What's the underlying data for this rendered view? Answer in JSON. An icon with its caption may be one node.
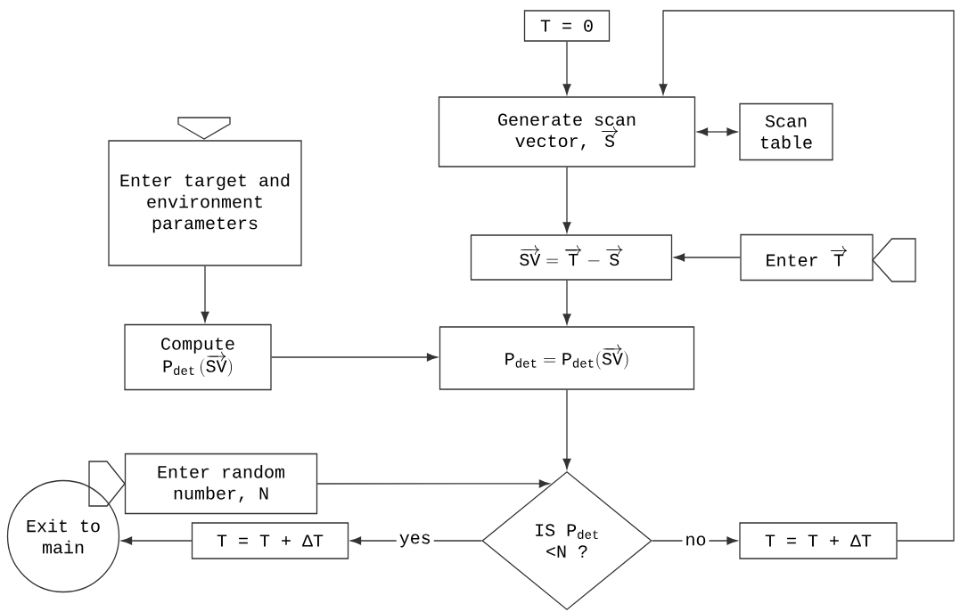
{
  "diagram": {
    "nodes": [
      {
        "text": [
          "T = 0"
        ]
      },
      {
        "text": [],
        "shape": "pentagon"
      },
      {
        "text": [
          "Generate scan vector,",
          "\\overrightarrow{\\mathrm{S}}"
        ]
      },
      {
        "text": [
          "Scan table"
        ]
      },
      {
        "text": [
          "Enter target and environment parameters"
        ]
      },
      {
        "text": [
          "\\overrightarrow{\\mathrm{SV}} = \\overrightarrow{\\mathrm{T}} - \\overrightarrow{\\mathrm{S}}"
        ]
      },
      {
        "text": [
          "Enter",
          "\\overrightarrow{\\mathrm{T}}"
        ]
      },
      {
        "text": [],
        "shape": "pentagon"
      },
      {
        "text": [
          "Compute",
          "\\mathrm{P}_{\\mathrm{det}}\\,(\\overrightarrow{\\mathrm{SV}})"
        ]
      },
      {
        "text": [
          "\\mathrm{P}_{\\mathrm{det}} = \\mathrm{P}_{\\mathrm{det}}(\\overrightarrow{\\mathrm{SV}})"
        ]
      },
      {
        "text": [],
        "shape": "pentagon"
      },
      {
        "text": [
          "Enter random number, N"
        ]
      },
      {
        "text": [
          "IS P$_{det}$ <N ?"
        ]
      },
      {
        "text": [
          "Exit to main"
        ]
      },
      {
        "text": [
          "T = T + ΔT"
        ]
      },
      {
        "text": [
          "T = T + ΔT"
        ]
      }
    ],
    "edges": [
      {
        "from": 0,
        "to": 2,
        "arrow": "to"
      },
      {
        "from": 15,
        "to": 2,
        "arrow": "to"
      },
      {
        "from": 2,
        "to": 3,
        "arrow": "both"
      },
      {
        "from": 4,
        "to": 8,
        "arrow": "to"
      },
      {
        "from": 2,
        "to": 5,
        "arrow": "to"
      },
      {
        "from": 6,
        "to": 5,
        "arrow": "to"
      },
      {
        "from": 5,
        "to": 9,
        "arrow": "to"
      },
      {
        "from": 8,
        "to": 9,
        "arrow": "to"
      },
      {
        "from": 9,
        "to": 12,
        "arrow": "to"
      },
      {
        "from": 11,
        "to": 12,
        "arrow": "to"
      },
      {
        "from": 12,
        "to": 14,
        "arrow": "to",
        "label": "yes"
      },
      {
        "from": 14,
        "to": 13,
        "arrow": "to"
      },
      {
        "from": 12,
        "to": 15,
        "arrow": "to",
        "label": "no"
      }
    ]
  }
}
